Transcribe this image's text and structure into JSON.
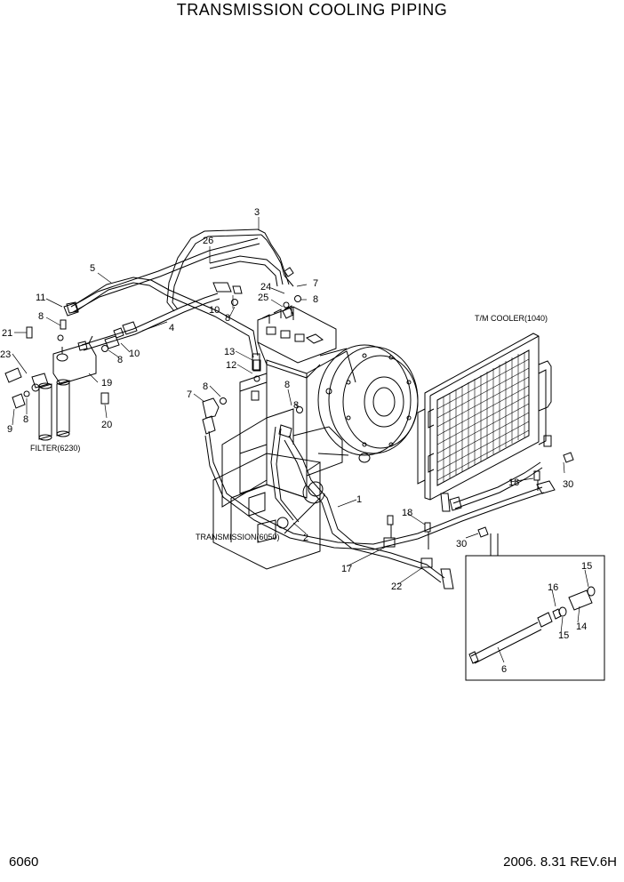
{
  "title": "TRANSMISSION COOLING PIPING",
  "page_number": "6060",
  "revision": "2006. 8.31  REV.6H",
  "components": {
    "cooler": "T/M COOLER(1040)",
    "filter": "FILTER(6230)",
    "transmission": "TRANSMISSION(6050)"
  },
  "callouts": {
    "c1": "1",
    "c2": "2",
    "c3": "3",
    "c4": "4",
    "c5": "5",
    "c6": "6",
    "c7a": "7",
    "c7b": "7",
    "c8a": "8",
    "c8b": "8",
    "c8c": "8",
    "c8d": "8",
    "c8e": "8",
    "c8f": "8",
    "c8g": "8",
    "c9": "9",
    "c10a": "10",
    "c10b": "10",
    "c11": "11",
    "c12": "12",
    "c13": "13",
    "c14": "14",
    "c15a": "15",
    "c15b": "15",
    "c16": "16",
    "c17": "17",
    "c18a": "18",
    "c18b": "18",
    "c19": "19",
    "c20": "20",
    "c21": "21",
    "c22": "22",
    "c23": "23",
    "c24": "24",
    "c25": "25",
    "c26": "26",
    "c30a": "30",
    "c30b": "30"
  }
}
